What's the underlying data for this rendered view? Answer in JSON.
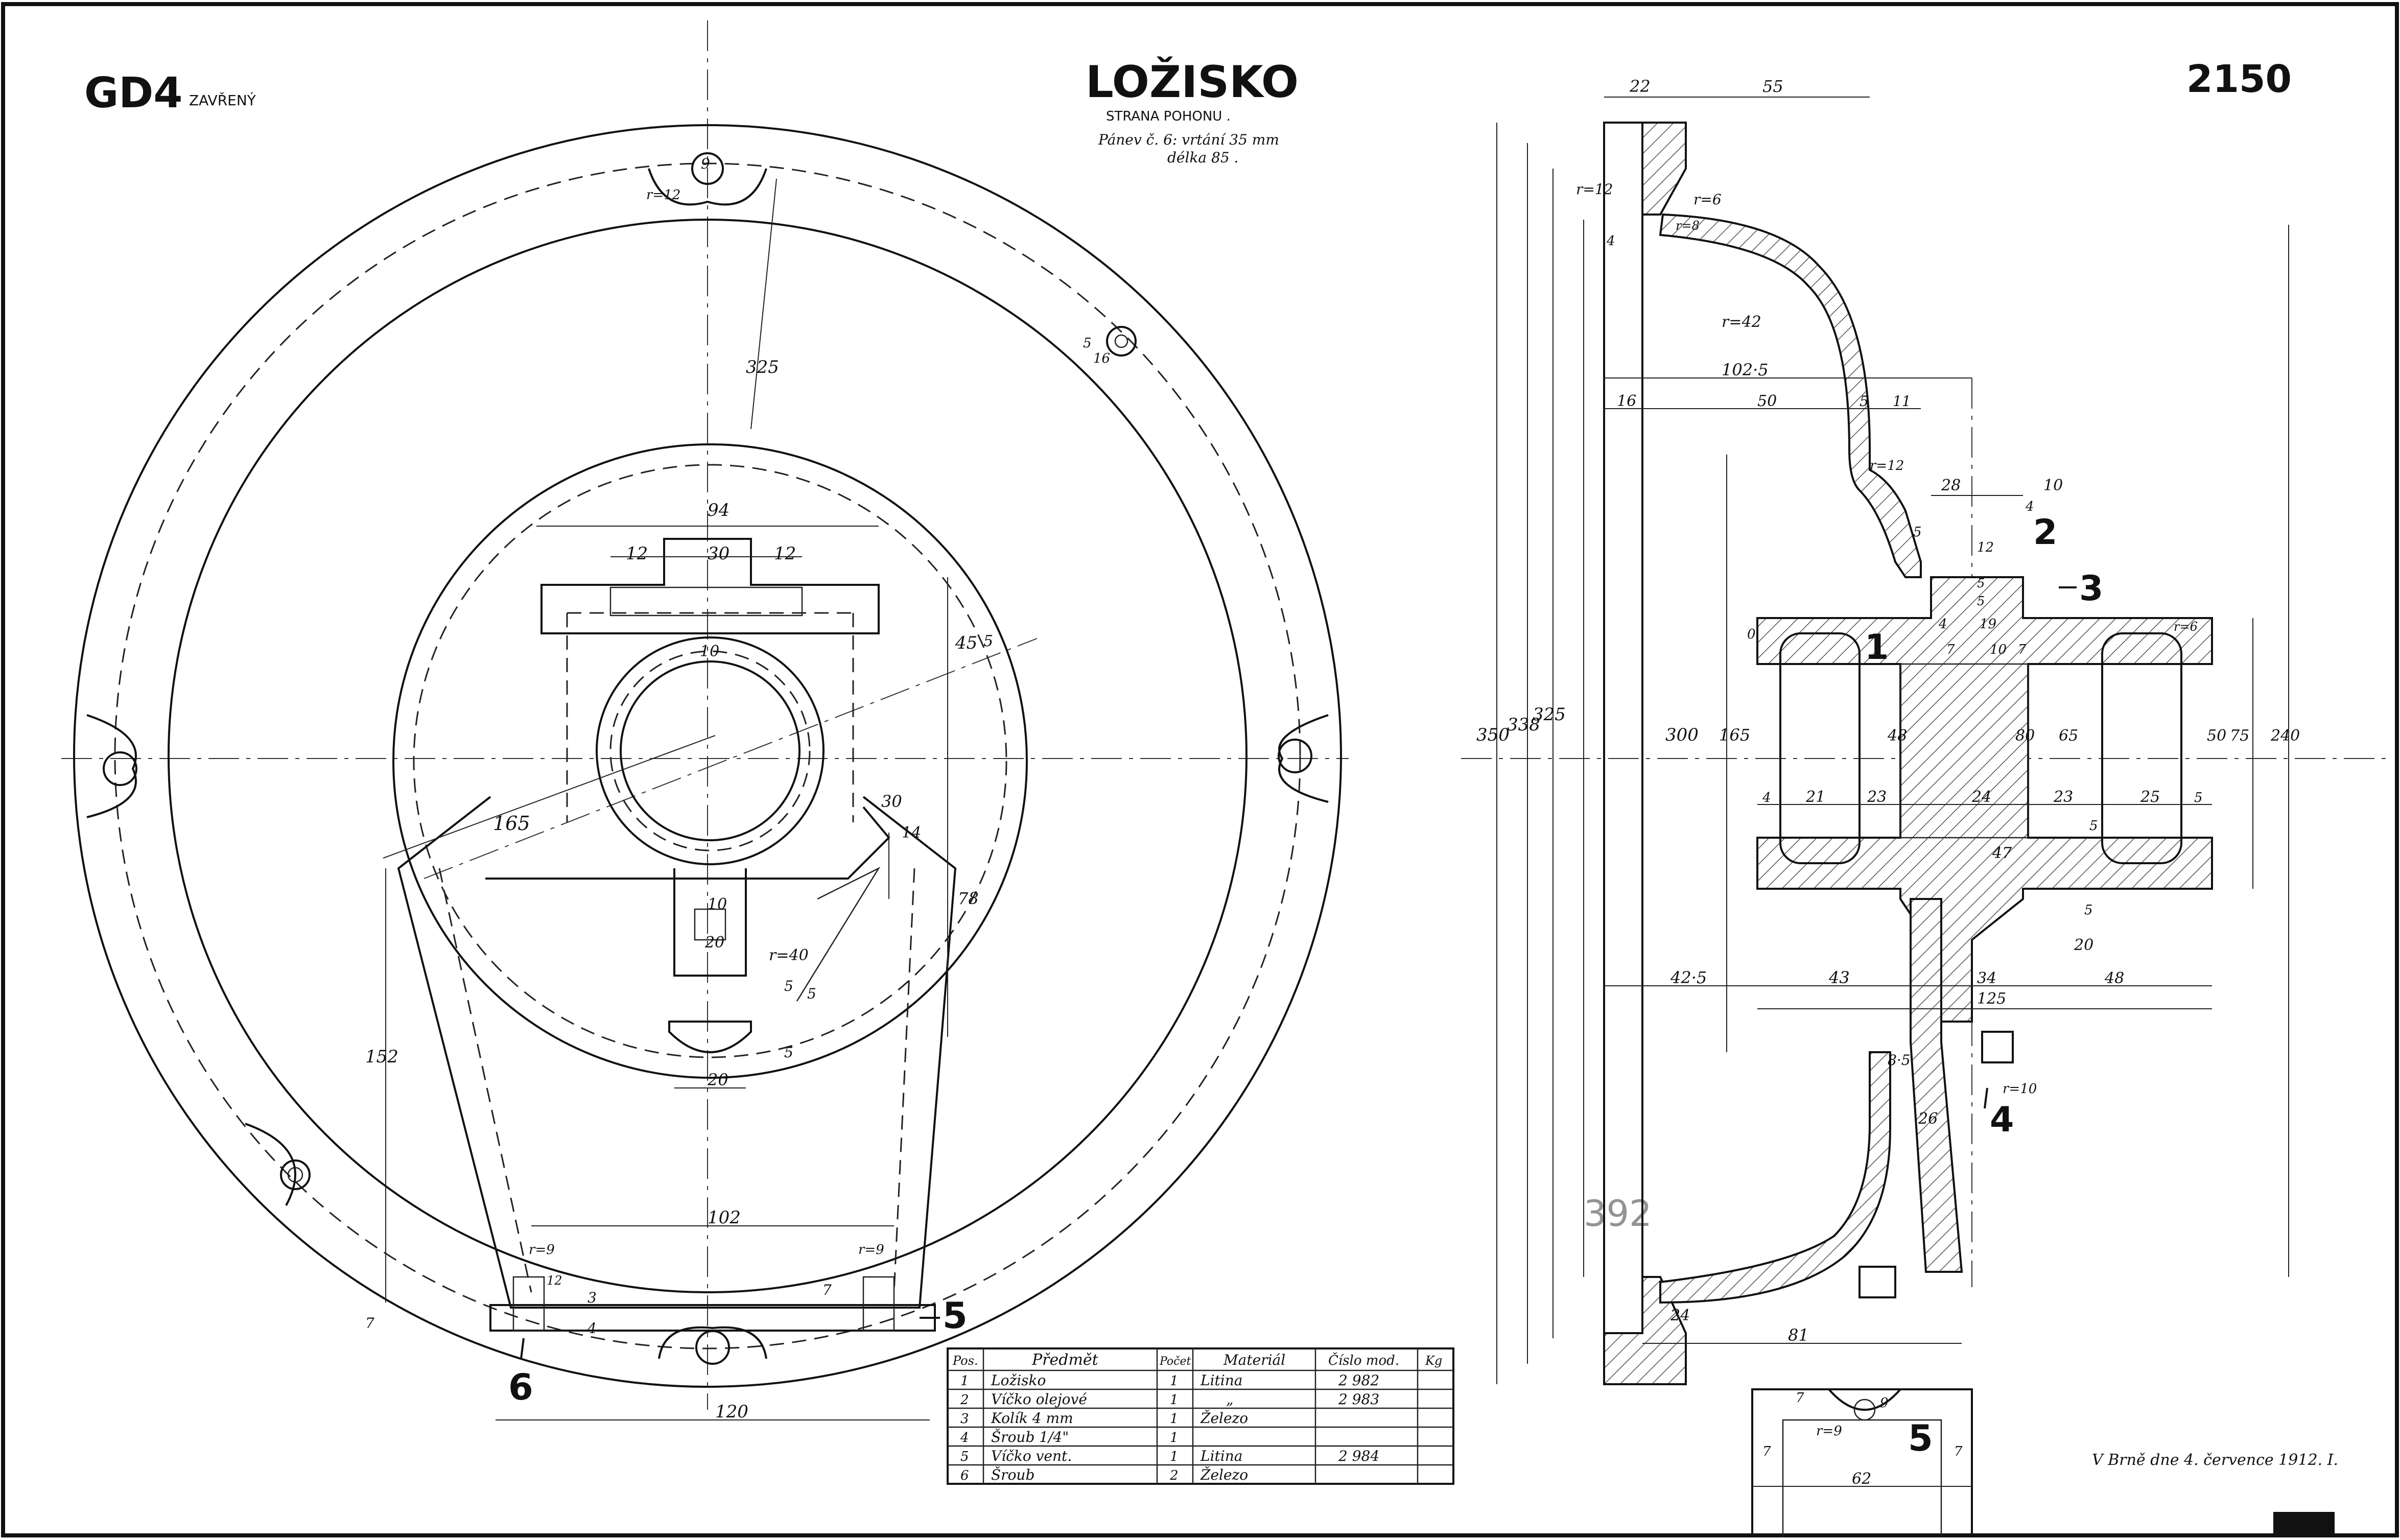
{
  "header": {
    "series_code": "GD4",
    "series_note": "ZAVŘENÝ",
    "title": "LOŽISKO",
    "subtitle": "STRANA POHONU .",
    "note_line1": "Pánev č. 6: vrtání 35 mm",
    "note_line2": "délka 85 .",
    "drawing_number": "2150"
  },
  "front_view": {
    "dims": [
      "94",
      "12",
      "30",
      "12",
      "10",
      "45",
      "5",
      "165",
      "30",
      "14",
      "78",
      "10",
      "20",
      "r=40",
      "5",
      "20",
      "5",
      "325",
      "r=12",
      "9",
      "5",
      "16",
      "152",
      "102",
      "r=9",
      "r=9",
      "12",
      "3",
      "4",
      "7",
      "7",
      "120",
      "5"
    ],
    "callouts": [
      "5",
      "6"
    ]
  },
  "section_view": {
    "dims": [
      "22",
      "55",
      "r=12",
      "4",
      "r=6",
      "r=8",
      "r=42",
      "102·5",
      "16",
      "50",
      "5",
      "11",
      "r=12",
      "5",
      "28",
      "10",
      "4",
      "12",
      "5",
      "5",
      "4",
      "19",
      "7",
      "7",
      "10",
      "0",
      "r=6",
      "165",
      "48",
      "80",
      "65",
      "50",
      "75",
      "240",
      "4",
      "21",
      "23",
      "24",
      "23",
      "25",
      "5",
      "5",
      "47",
      "20",
      "5",
      "42·5",
      "43",
      "34",
      "48",
      "125",
      "8·5",
      "r=10",
      "26",
      "24",
      "81",
      "350",
      "338",
      "325",
      "300"
    ],
    "callouts": [
      "1",
      "2",
      "3",
      "4"
    ]
  },
  "detail_view": {
    "dims": [
      "7",
      "r=9",
      "9",
      "7",
      "7",
      "62"
    ],
    "callout": "5"
  },
  "parts_table": {
    "headers": [
      "Pos.",
      "Předmět",
      "Počet",
      "Materiál",
      "Číslo mod.",
      "Kg"
    ],
    "rows": [
      [
        "1",
        "Ložisko",
        "1",
        "Litina",
        "2 982",
        ""
      ],
      [
        "2",
        "Víčko olejové",
        "1",
        "„",
        "2 983",
        ""
      ],
      [
        "3",
        "Kolík 4 mm",
        "1",
        "Železo",
        "",
        ""
      ],
      [
        "4",
        "Šroub 1/4\"",
        "1",
        "",
        "",
        ""
      ],
      [
        "5",
        "Víčko vent.",
        "1",
        "Litina",
        "2 984",
        ""
      ],
      [
        "6",
        "Šroub",
        "2",
        "Železo",
        "",
        ""
      ]
    ]
  },
  "signature": "V Brně dne 4. července 1912. I.",
  "stamp_text": "392"
}
